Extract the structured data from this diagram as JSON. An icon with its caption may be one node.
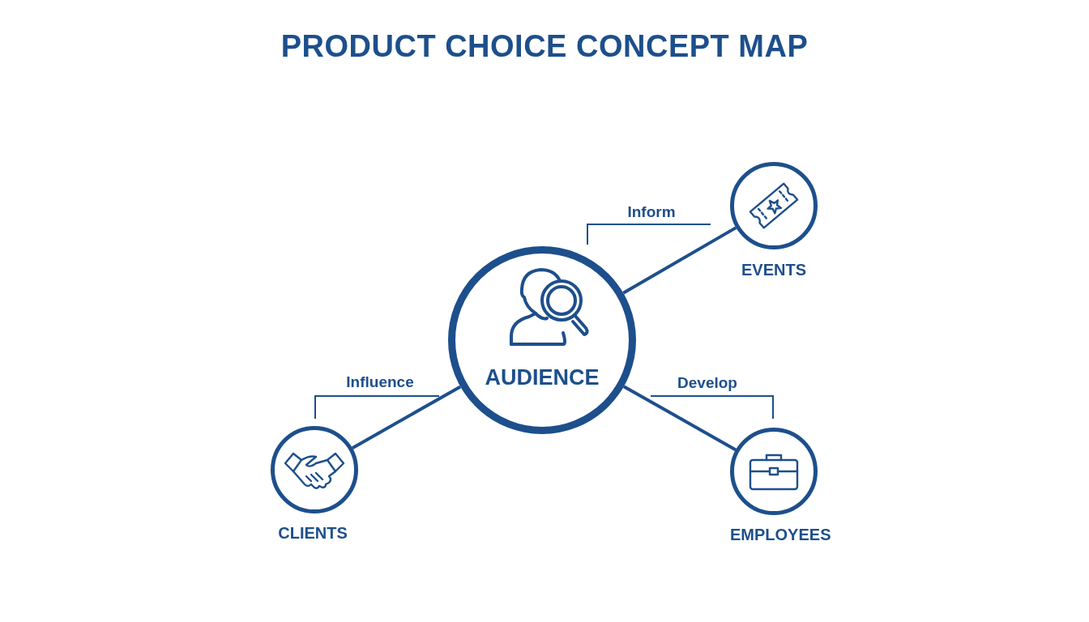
{
  "diagram": {
    "title": "PRODUCT CHOICE CONCEPT MAP",
    "nodes": [
      {
        "text": [
          "AUDIENCE"
        ]
      },
      {
        "text": [
          "EVENTS"
        ]
      },
      {
        "text": [
          "CLIENTS"
        ]
      },
      {
        "text": [
          "EMPLOYEES"
        ]
      }
    ],
    "edges": [
      {
        "from": 0,
        "to": 1,
        "arrow": "none",
        "label": "Inform"
      },
      {
        "from": 2,
        "to": 0,
        "arrow": "none",
        "label": "Influence"
      },
      {
        "from": 0,
        "to": 3,
        "arrow": "none",
        "label": "Develop"
      }
    ]
  }
}
